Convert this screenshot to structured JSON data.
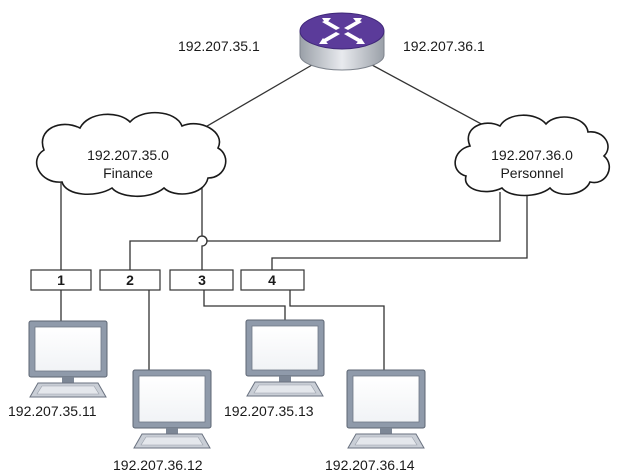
{
  "router": {
    "icon": "router-icon",
    "left_ip": "192.207.35.1",
    "right_ip": "192.207.36.1",
    "color": "#5b3b9a"
  },
  "clouds": [
    {
      "ip": "192.207.35.0",
      "name": "Finance"
    },
    {
      "ip": "192.207.36.0",
      "name": "Personnel"
    }
  ],
  "ports": [
    {
      "label": "1"
    },
    {
      "label": "2"
    },
    {
      "label": "3"
    },
    {
      "label": "4"
    }
  ],
  "computers": [
    {
      "ip": "192.207.35.11"
    },
    {
      "ip": "192.207.36.12"
    },
    {
      "ip": "192.207.35.13"
    },
    {
      "ip": "192.207.36.14"
    }
  ],
  "colors": {
    "monitor_frame": "#8f9aaa",
    "screen": "#ffffff",
    "line": "#333333"
  }
}
